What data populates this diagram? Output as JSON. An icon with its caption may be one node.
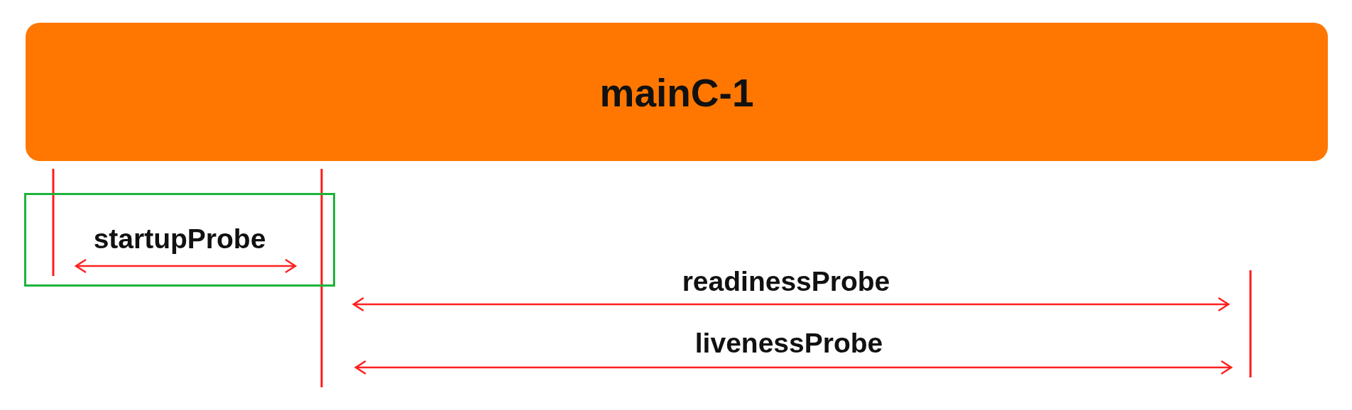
{
  "diagram": {
    "nodes": [
      {
        "text": [
          "mainC-1"
        ]
      },
      {
        "text": [
          "startupProbe"
        ]
      }
    ],
    "labels": [
      "readinessProbe",
      "livenessProbe"
    ]
  }
}
